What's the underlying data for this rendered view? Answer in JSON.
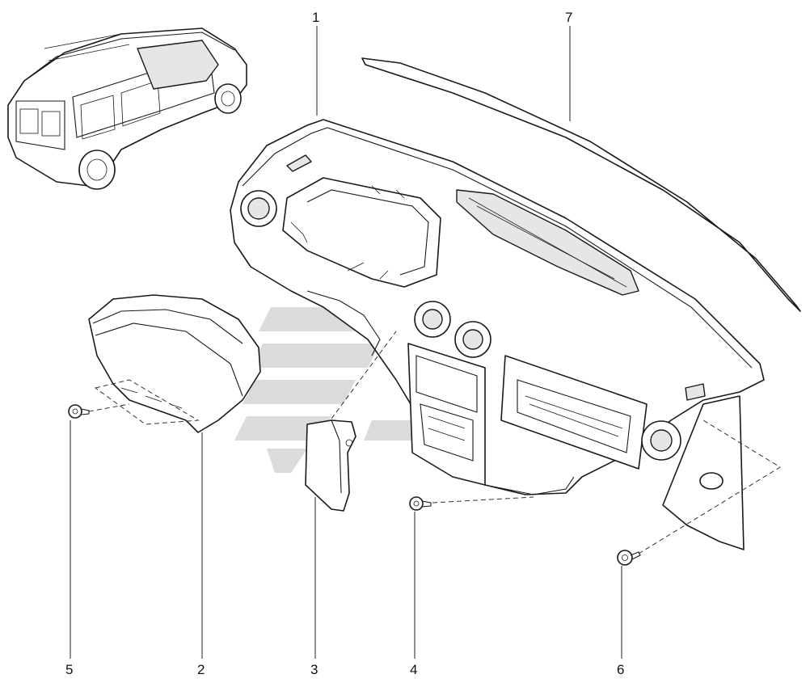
{
  "diagram": {
    "callouts": {
      "c1": "1",
      "c2": "2",
      "c3": "3",
      "c4": "4",
      "c5": "5",
      "c6": "6",
      "c7": "7"
    },
    "colors": {
      "line": "#1a1a1a",
      "watermark": "#cfcfcf",
      "background": "#ffffff"
    }
  }
}
